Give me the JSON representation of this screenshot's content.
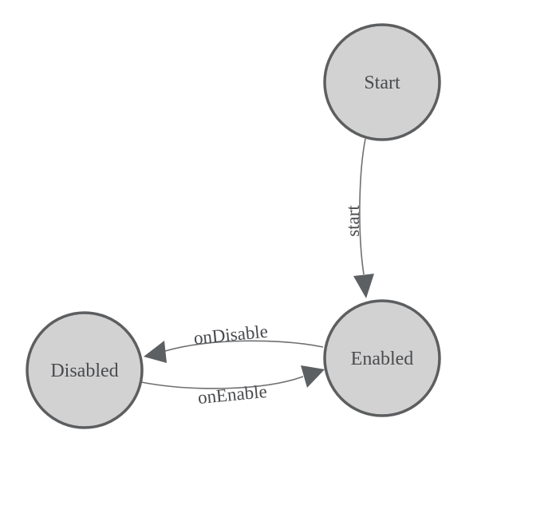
{
  "diagram": {
    "type": "state-machine",
    "colors": {
      "background": "#ffffff",
      "node_fill": "#d2d2d2",
      "node_border": "#5c5e60",
      "edge_line": "#6e6f70",
      "arrowhead": "#5d6063",
      "text": "#494b4e"
    },
    "nodes": [
      {
        "id": "start",
        "label": "Start"
      },
      {
        "id": "enabled",
        "label": "Enabled"
      },
      {
        "id": "disabled",
        "label": "Disabled"
      }
    ],
    "edges": [
      {
        "id": "start-to-enabled",
        "from": "Start",
        "to": "Enabled",
        "label": "start"
      },
      {
        "id": "enabled-to-disabled",
        "from": "Enabled",
        "to": "Disabled",
        "label": "onDisable"
      },
      {
        "id": "disabled-to-enabled",
        "from": "Disabled",
        "to": "Enabled",
        "label": "onEnable"
      }
    ]
  }
}
